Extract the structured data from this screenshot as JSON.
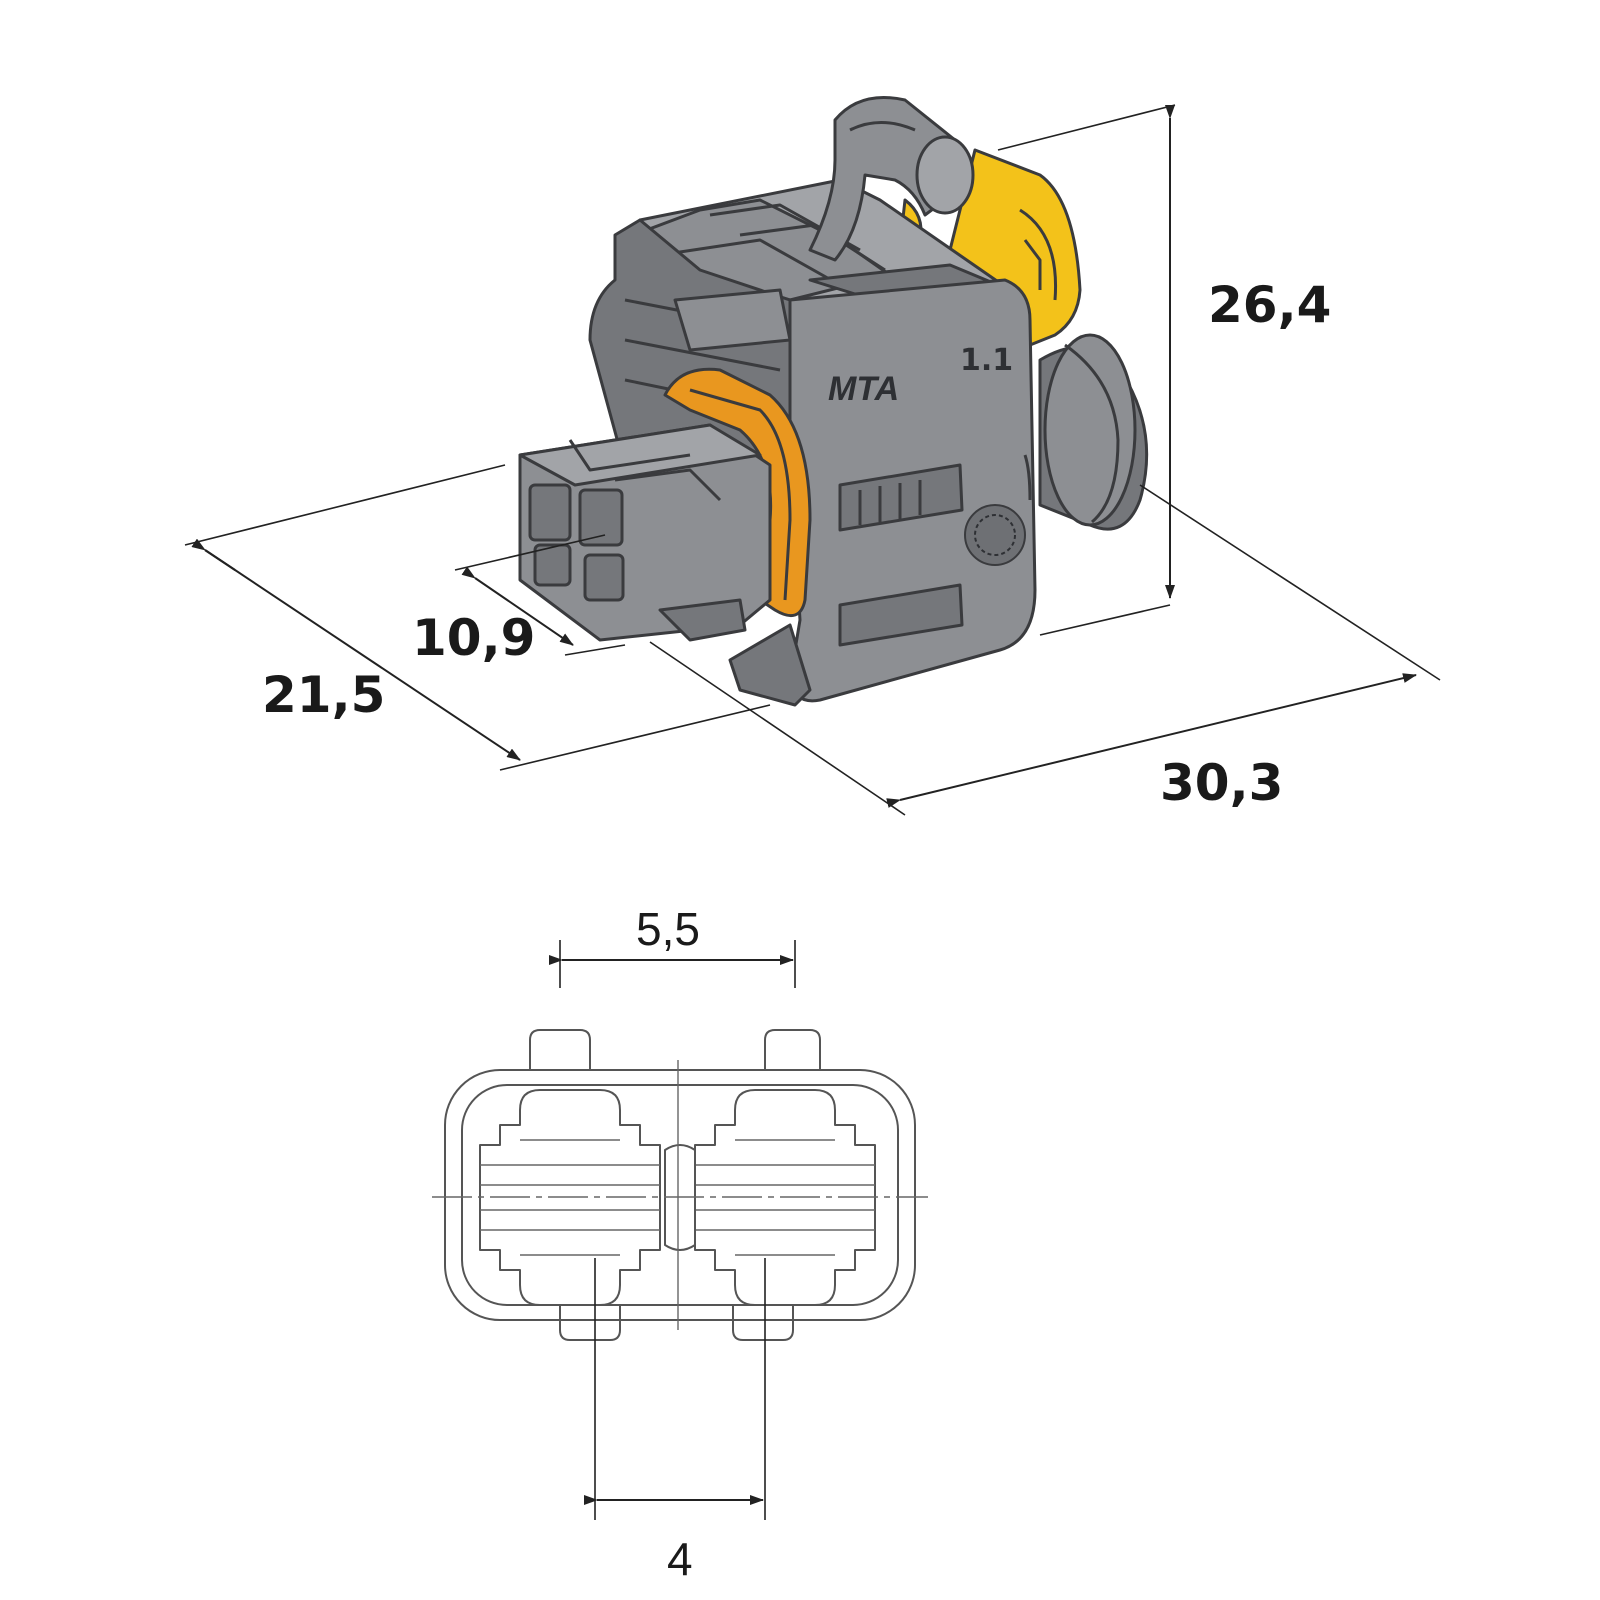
{
  "dimensions": {
    "width_top": "30,3",
    "height": "26,4",
    "depth": "21,5",
    "nose_depth": "10,9",
    "pin_spacing_top": "5,5",
    "pin_spacing_bottom": "4"
  },
  "housing": {
    "logo": "MTA",
    "revision": "1.1"
  },
  "colors": {
    "housing": "#8d8f93",
    "lock": "#f3c21a",
    "seal": "#e9971f"
  }
}
